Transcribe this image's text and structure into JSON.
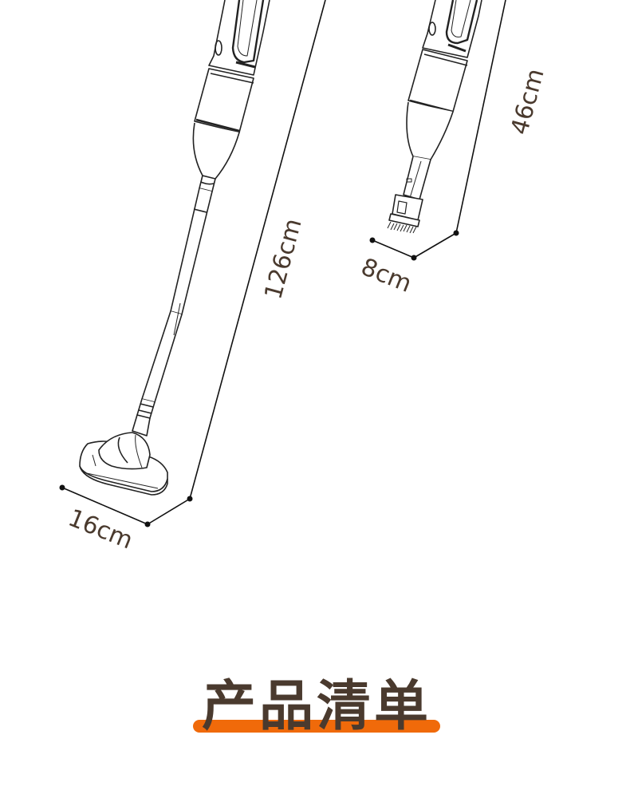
{
  "diagram": {
    "stick_vacuum": {
      "height_label": "126cm",
      "width_label": "16cm"
    },
    "handheld_vacuum": {
      "height_label": "46cm",
      "width_label": "8cm"
    }
  },
  "section": {
    "title": "产品清单",
    "accent_color": "#f06a0a",
    "text_color": "#4a3a2e"
  }
}
